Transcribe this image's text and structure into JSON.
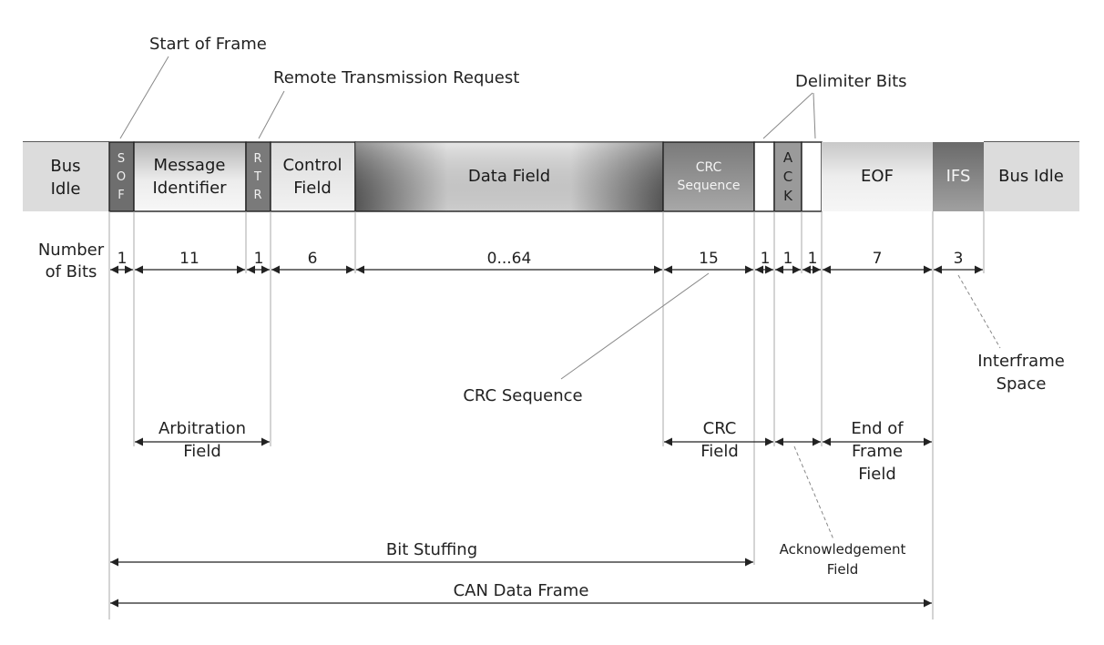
{
  "callouts": {
    "start_of_frame": "Start of Frame",
    "remote_transmission_request": "Remote Transmission Request",
    "delimiter_bits": "Delimiter Bits",
    "crc_sequence": "CRC Sequence",
    "interframe_space_line1": "Interframe",
    "interframe_space_line2": "Space",
    "acknowledgement_line1": "Acknowledgement",
    "acknowledgement_line2": "Field"
  },
  "frame": {
    "bus_idle_left_line1": "Bus",
    "bus_idle_left_line2": "Idle",
    "sof_chars": [
      "S",
      "O",
      "F"
    ],
    "message_identifier_line1": "Message",
    "message_identifier_line2": "Identifier",
    "rtr_chars": [
      "R",
      "T",
      "R"
    ],
    "control_field_line1": "Control",
    "control_field_line2": "Field",
    "data_field": "Data Field",
    "crc_sequence_line1": "CRC",
    "crc_sequence_line2": "Sequence",
    "ack_chars": [
      "A",
      "C",
      "K"
    ],
    "eof": "EOF",
    "ifs": "IFS",
    "bus_idle_right": "Bus Idle"
  },
  "bits": {
    "label_line1": "Number",
    "label_line2": "of Bits",
    "sof": "1",
    "identifier": "11",
    "rtr": "1",
    "control": "6",
    "data": "0...64",
    "crc": "15",
    "crc_delimiter": "1",
    "ack": "1",
    "ack_delimiter": "1",
    "eof": "7",
    "ifs": "3"
  },
  "groups": {
    "arbitration_line1": "Arbitration",
    "arbitration_line2": "Field",
    "crc_line1": "CRC",
    "crc_line2": "Field",
    "end_of_frame_line1": "End of",
    "end_of_frame_line2": "Frame",
    "end_of_frame_line3": "Field",
    "bit_stuffing": "Bit Stuffing",
    "can_data_frame": "CAN Data Frame"
  }
}
